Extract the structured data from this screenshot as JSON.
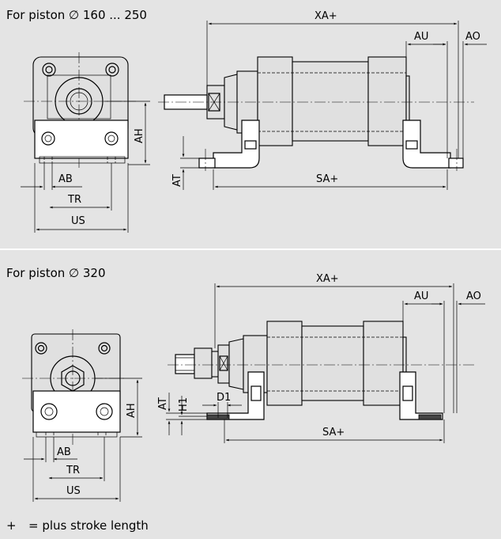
{
  "headings": {
    "top": "For piston ∅ 160 ... 250",
    "bottom": "For piston ∅ 320"
  },
  "note": {
    "symbol": "+",
    "text": "= plus stroke length"
  },
  "labels": {
    "xa": "XA+",
    "au": "AU",
    "ao": "AO",
    "sa": "SA+",
    "ah": "AH",
    "at": "AT",
    "ab": "AB",
    "tr": "TR",
    "us": "US",
    "h1": "H1",
    "d1": "D1"
  },
  "colors": {
    "background": "#e4e4e4",
    "line": "#000000",
    "part_fill": "#ffffff"
  }
}
